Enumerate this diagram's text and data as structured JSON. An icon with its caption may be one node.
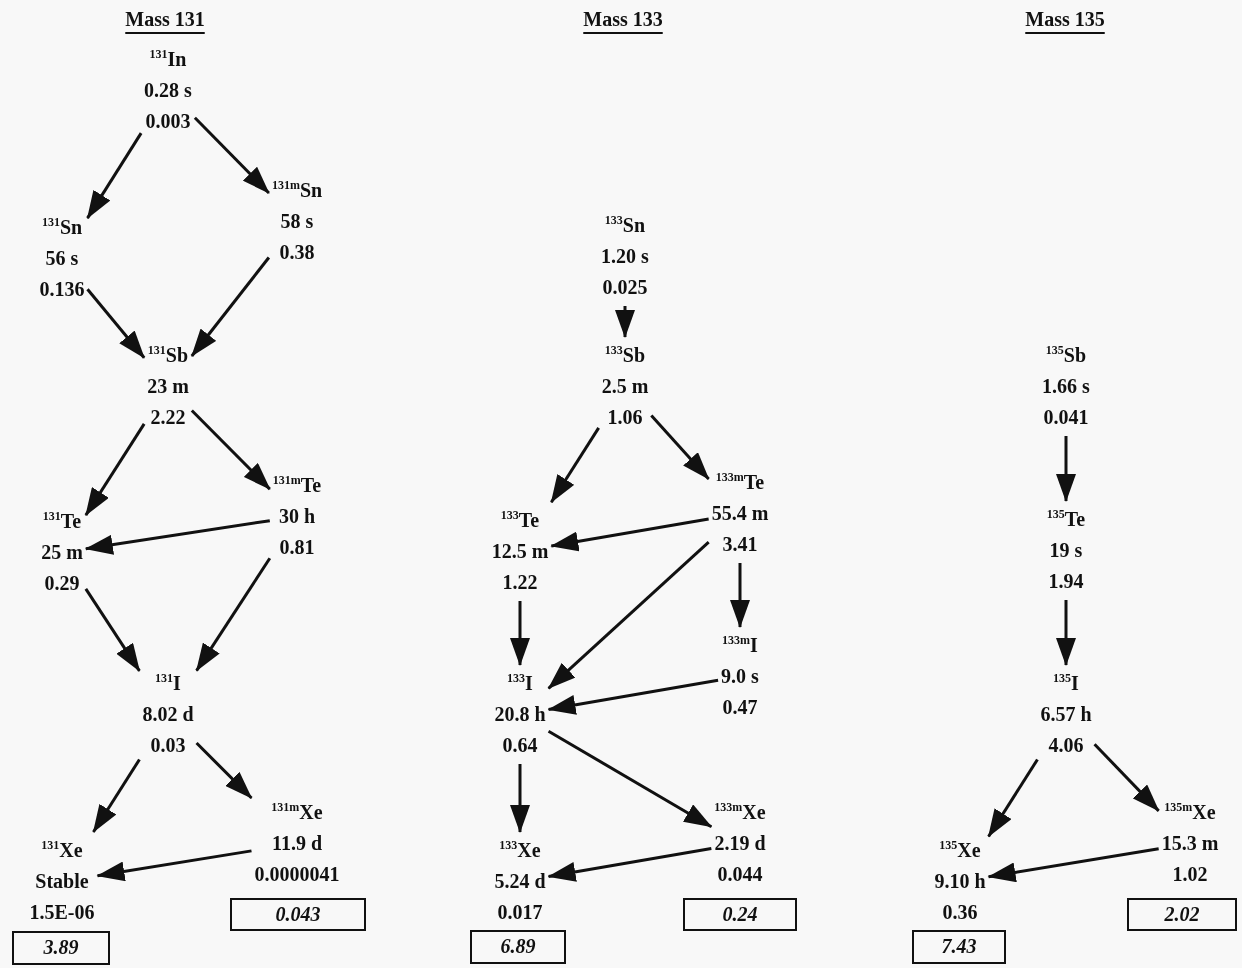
{
  "diagram": {
    "nodes": [
      {
        "text": [
          "$^{131}$In",
          "0.28 s",
          "0.003"
        ]
      },
      {
        "text": [
          "$^{131}$Sn",
          "56 s",
          "0.136"
        ]
      },
      {
        "text": [
          "$^{131m}$Sn",
          "58 s",
          "0.38"
        ]
      },
      {
        "text": [
          "$^{131}$Sb",
          "23 m",
          "2.22"
        ]
      },
      {
        "text": [
          "$^{131}$Te",
          "25 m",
          "0.29"
        ]
      },
      {
        "text": [
          "$^{131m}$Te",
          "30 h",
          "0.81"
        ]
      },
      {
        "text": [
          "$^{131}$I",
          "8.02 d",
          "0.03"
        ]
      },
      {
        "text": [
          "$^{131}$Xe",
          "Stable",
          "1.5E-06"
        ]
      },
      {
        "text": [
          "3.89"
        ]
      },
      {
        "text": [
          "$^{131m}$Xe",
          "11.9 d",
          "0.0000041"
        ]
      },
      {
        "text": [
          "0.043"
        ]
      },
      {
        "text": [
          "$^{133}$Sn",
          "1.20 s",
          "0.025"
        ]
      },
      {
        "text": [
          "$^{133}$Sb",
          "2.5 m",
          "1.06"
        ]
      },
      {
        "text": [
          "$^{133}$Te",
          "12.5 m",
          "1.22"
        ]
      },
      {
        "text": [
          "$^{133m}$Te",
          "55.4 m",
          "3.41"
        ]
      },
      {
        "text": [
          "$^{133m}$I",
          "9.0 s",
          "0.47"
        ]
      },
      {
        "text": [
          "$^{133}$I",
          "20.8 h",
          "0.64"
        ]
      },
      {
        "text": [
          "$^{133}$Xe",
          "5.24 d",
          "0.017"
        ]
      },
      {
        "text": [
          "6.89"
        ]
      },
      {
        "text": [
          "$^{133m}$Xe",
          "2.19 d",
          "0.044"
        ]
      },
      {
        "text": [
          "0.24"
        ]
      },
      {
        "text": [
          "$^{135}$Sb",
          "1.66 s",
          "0.041"
        ]
      },
      {
        "text": [
          "$^{135}$Te",
          "19 s",
          "1.94"
        ]
      },
      {
        "text": [
          "$^{135}$I",
          "6.57 h",
          "4.06"
        ]
      },
      {
        "text": [
          "$^{135}$Xe",
          "9.10 h",
          "0.36"
        ]
      },
      {
        "text": [
          "7.43"
        ]
      },
      {
        "text": [
          "$^{135m}$Xe",
          "15.3 m",
          "1.02"
        ]
      },
      {
        "text": [
          "2.02"
        ]
      }
    ],
    "edges": [
      {
        "from": 0,
        "to": 1,
        "arrow": "to"
      },
      {
        "from": 0,
        "to": 2,
        "arrow": "to"
      },
      {
        "from": 1,
        "to": 3,
        "arrow": "to"
      },
      {
        "from": 2,
        "to": 3,
        "arrow": "to"
      },
      {
        "from": 3,
        "to": 4,
        "arrow": "to"
      },
      {
        "from": 3,
        "to": 5,
        "arrow": "to"
      },
      {
        "from": 5,
        "to": 4,
        "arrow": "to"
      },
      {
        "from": 4,
        "to": 6,
        "arrow": "to"
      },
      {
        "from": 5,
        "to": 6,
        "arrow": "to"
      },
      {
        "from": 6,
        "to": 7,
        "arrow": "to"
      },
      {
        "from": 6,
        "to": 9,
        "arrow": "to"
      },
      {
        "from": 9,
        "to": 7,
        "arrow": "to"
      },
      {
        "from": 11,
        "to": 12,
        "arrow": "to"
      },
      {
        "from": 12,
        "to": 13,
        "arrow": "to"
      },
      {
        "from": 12,
        "to": 14,
        "arrow": "to"
      },
      {
        "from": 14,
        "to": 13,
        "arrow": "to"
      },
      {
        "from": 14,
        "to": 16,
        "arrow": "to"
      },
      {
        "from": 14,
        "to": 15,
        "arrow": "to"
      },
      {
        "from": 13,
        "to": 16,
        "arrow": "to"
      },
      {
        "from": 15,
        "to": 16,
        "arrow": "to"
      },
      {
        "from": 16,
        "to": 17,
        "arrow": "to"
      },
      {
        "from": 16,
        "to": 19,
        "arrow": "to"
      },
      {
        "from": 19,
        "to": 17,
        "arrow": "to"
      },
      {
        "from": 21,
        "to": 22,
        "arrow": "to"
      },
      {
        "from": 22,
        "to": 23,
        "arrow": "to"
      },
      {
        "from": 23,
        "to": 24,
        "arrow": "to"
      },
      {
        "from": 23,
        "to": 26,
        "arrow": "to"
      },
      {
        "from": 26,
        "to": 24,
        "arrow": "to"
      }
    ],
    "labels": [
      "Mass 131",
      "Mass 133",
      "Mass 135"
    ]
  }
}
